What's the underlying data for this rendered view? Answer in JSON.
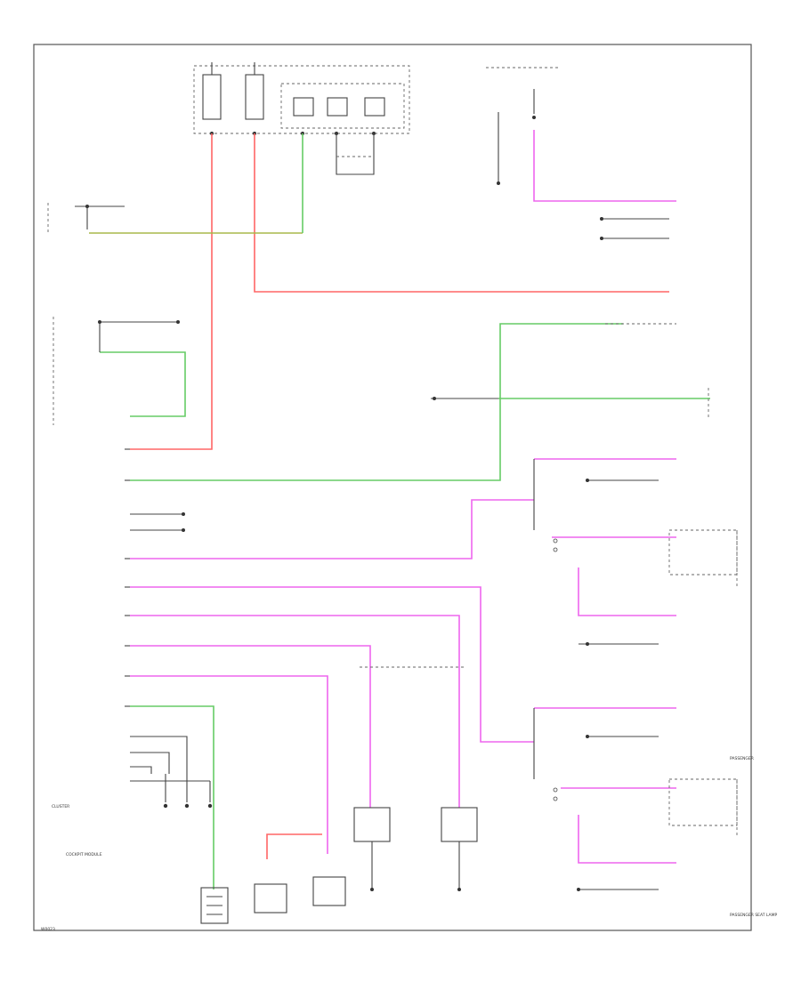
{
  "colors": {
    "pink": "#ee66ee",
    "red": "#ff6666",
    "green": "#66cc66",
    "olive": "#a9b84a",
    "line": "#444444"
  },
  "labels": {
    "left_cluster": "CLUSTER",
    "left_cockpit": "COCKPIT MODULE",
    "right_air_passenger": "PASSENGER",
    "right_seat_lamp": "PASSENGER SEAT LAMP",
    "footer_code": "W0023"
  }
}
